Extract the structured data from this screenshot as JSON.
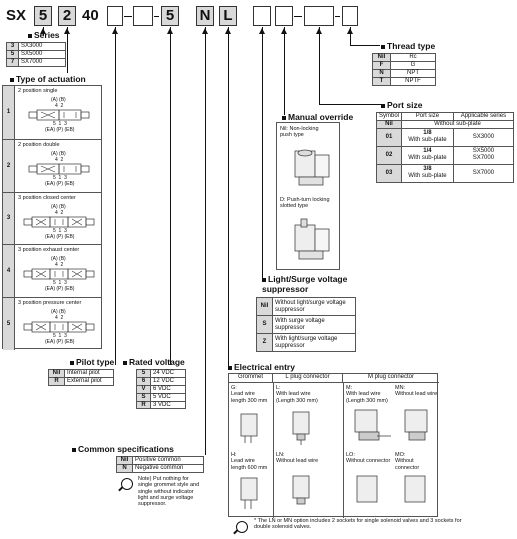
{
  "model_code": {
    "prefix": "SX",
    "digit1": "5",
    "digit2": "2",
    "digit3": "40",
    "digit4": "5",
    "digit5": "N",
    "digit6": "L"
  },
  "series": {
    "title": "Series",
    "rows": [
      {
        "code": "3",
        "value": "SX3000"
      },
      {
        "code": "5",
        "value": "SX5000"
      },
      {
        "code": "7",
        "value": "SX7000"
      }
    ]
  },
  "actuation": {
    "title": "Type of actuation",
    "rows": [
      {
        "code": "1",
        "label": "2 position single",
        "ports_top": "(A) (B)",
        "nums_top": "4  2",
        "nums_bottom": "5  1  3",
        "ports_bottom": "(EA) (P) (EB)"
      },
      {
        "code": "2",
        "label": "2 position double",
        "ports_top": "(A) (B)",
        "nums_top": "4  2",
        "nums_bottom": "5  1  3",
        "ports_bottom": "(EA) (P) (EB)"
      },
      {
        "code": "3",
        "label": "3 position closed center",
        "ports_top": "(A) (B)",
        "nums_top": "4  2",
        "nums_bottom": "5  1  3",
        "ports_bottom": "(EA) (P) (EB)"
      },
      {
        "code": "4",
        "label": "3 position exhaust center",
        "ports_top": "(A) (B)",
        "nums_top": "4  2",
        "nums_bottom": "5  1  3",
        "ports_bottom": "(EA) (P) (EB)"
      },
      {
        "code": "5",
        "label": "3 position pressure center",
        "ports_top": "(A) (B)",
        "nums_top": "4  2",
        "nums_bottom": "5  1  3",
        "ports_bottom": "(EA) (P) (EB)"
      }
    ]
  },
  "pilot_type": {
    "title": "Pilot type",
    "rows": [
      {
        "code": "Nil",
        "value": "Internal pilot"
      },
      {
        "code": "R",
        "value": "External pilot"
      }
    ]
  },
  "rated_voltage": {
    "title": "Rated voltage",
    "rows": [
      {
        "code": "5",
        "value": "24 VDC"
      },
      {
        "code": "6",
        "value": "12 VDC"
      },
      {
        "code": "V",
        "value": "6 VDC"
      },
      {
        "code": "S",
        "value": "5 VDC"
      },
      {
        "code": "R",
        "value": "3 VDC"
      }
    ]
  },
  "common_spec": {
    "title": "Common specifications",
    "rows": [
      {
        "code": "Nil",
        "value": "Positive common"
      },
      {
        "code": "N",
        "value": "Negative common"
      }
    ],
    "note": "Note) Put nothing for single grommet style and single without indicator light and surge voltage suppressor."
  },
  "thread_type": {
    "title": "Thread type",
    "rows": [
      {
        "code": "Nil",
        "value": "Rc"
      },
      {
        "code": "F",
        "value": "G"
      },
      {
        "code": "N",
        "value": "NPT"
      },
      {
        "code": "T",
        "value": "NPTF"
      }
    ]
  },
  "port_size": {
    "title": "Port size",
    "headers": [
      "Symbol",
      "Port size",
      "Applicable series"
    ],
    "nil_row": {
      "code": "Nil",
      "value": "Without sub-plate"
    },
    "rows": [
      {
        "code": "01",
        "size": "1/8",
        "sub": "With sub-plate",
        "series": "SX3000"
      },
      {
        "code": "02",
        "size": "1/4",
        "sub": "With sub-plate",
        "series": "SX5000\nSX7000"
      },
      {
        "code": "03",
        "size": "3/8",
        "sub": "With sub-plate",
        "series": "SX7000"
      }
    ]
  },
  "manual_override": {
    "title": "Manual override",
    "nil": "Nil: Non-locking push type",
    "d": "D: Push-turn locking slotted type"
  },
  "surge": {
    "title": "Light/Surge voltage suppressor",
    "rows": [
      {
        "code": "Nil",
        "value": "Without light/surge voltage suppressor"
      },
      {
        "code": "S",
        "value": "With surge voltage suppressor"
      },
      {
        "code": "Z",
        "value": "With light/surge voltage suppressor"
      }
    ]
  },
  "electrical": {
    "title": "Electrical entry",
    "headers": [
      "Grommet",
      "L plug connector",
      "M plug connector"
    ],
    "g": "G:\nLead wire length 300 mm",
    "l": "L:\nWith lead wire\n(Length 300 mm)",
    "m": "M:\nWith lead wire\n(Length 300 mm)",
    "mn": "MN:\nWithout lead wire",
    "h": "H:\nLead wire length 600 mm",
    "ln": "LN:\nWithout lead wire",
    "lo": "LO:\nWithout connector",
    "mo": "MO:\nWithout connector",
    "note": "* The LN or MN option includes 2 sockets for single solenoid valves and 3 sockets for double solenoid valves."
  }
}
